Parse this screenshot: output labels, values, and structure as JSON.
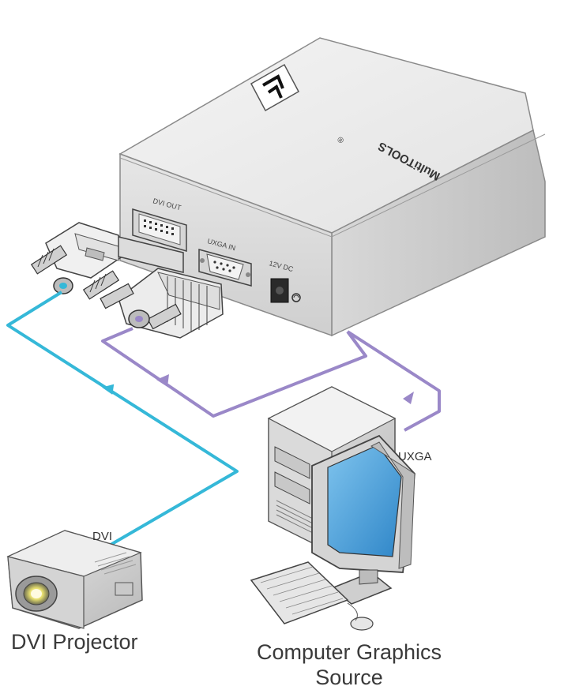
{
  "device": {
    "brand_text": "MultiTOOLS",
    "registered_mark": "®",
    "ports": {
      "dvi_out": "DVI OUT",
      "uxga_in": "UXGA IN",
      "power": "12V DC"
    }
  },
  "connections": {
    "dvi_cable_label": "DVI",
    "uxga_cable_label": "UXGA",
    "dvi_cable_color": "#35b8d8",
    "uxga_cable_color": "#9a88c8"
  },
  "captions": {
    "projector": "DVI Projector",
    "computer_line1": "Computer Graphics",
    "computer_line2": "Source"
  }
}
